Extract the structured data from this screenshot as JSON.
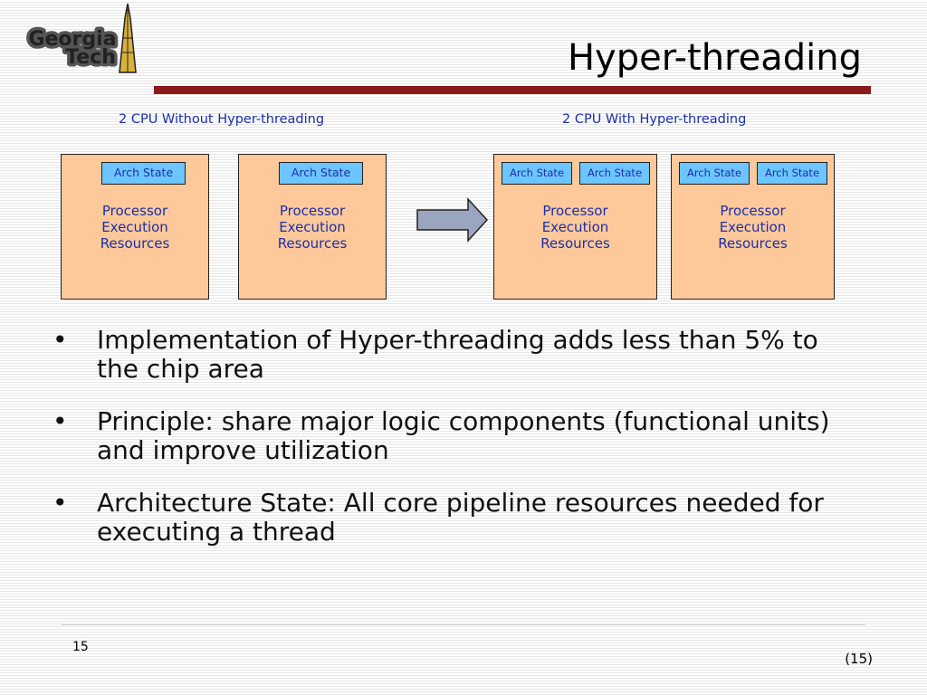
{
  "logo": {
    "line1": "Georgia",
    "line2": "Tech"
  },
  "title": "Hyper-threading",
  "diagram": {
    "left_label": "2 CPU Without Hyper-threading",
    "right_label": "2 CPU With Hyper-threading",
    "arch_state": "Arch State",
    "processor_lines": [
      "Processor",
      "Execution",
      "Resources"
    ],
    "colors": {
      "cpu_fill": "#fec99a",
      "arch_fill": "#6cc5ff",
      "text_blue": "#1a2fa8",
      "title_rule": "#8b1a1a",
      "arrow_fill": "#9aa5bf"
    }
  },
  "bullets": [
    "Implementation of Hyper-threading adds less than 5% to the chip area",
    "Principle: share major logic components (functional units) and improve utilization",
    "Architecture State: All core pipeline resources needed for executing a thread"
  ],
  "bullet_symbol": "•",
  "footer": {
    "slide_number": "15",
    "page_ref": "(15)"
  }
}
